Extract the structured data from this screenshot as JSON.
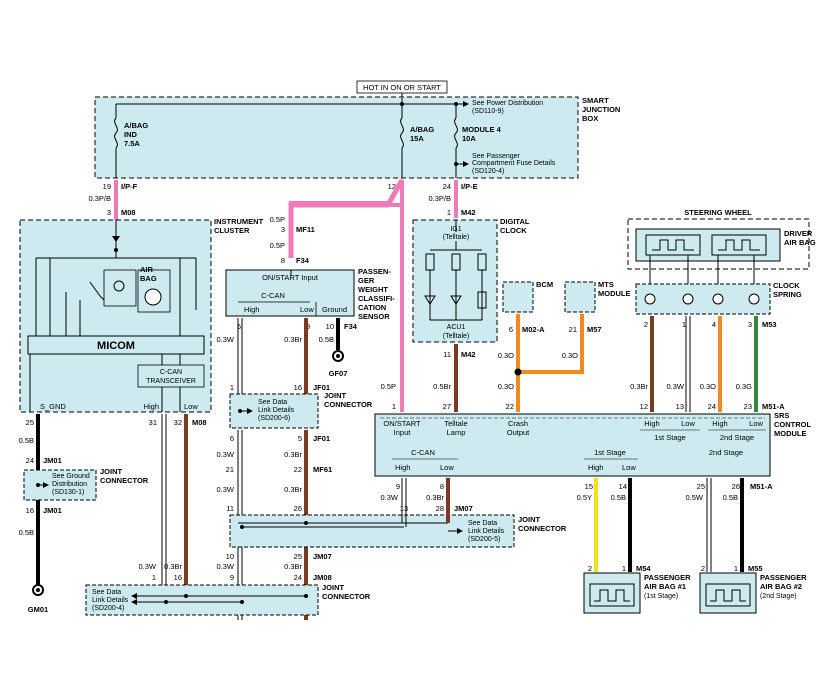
{
  "header": {
    "hot_label": "HOT IN ON OR START"
  },
  "colors": {
    "box_fill": "#cdeaf0",
    "pink": "#f07ab8",
    "brown": "#7a3b20",
    "orange": "#f28a1e",
    "green": "#2f8a3a",
    "yellow": "#f3e21a",
    "black": "#000000"
  },
  "junction_box": {
    "title": [
      "SMART",
      "JUNCTION",
      "BOX"
    ],
    "fuse1": [
      "A/BAG",
      "IND",
      "7.5A"
    ],
    "fuse2": [
      "A/BAG",
      "15A"
    ],
    "fuse3": [
      "MODULE 4",
      "10A"
    ],
    "ref1": [
      "See Power Distribution",
      "(SD110-9)"
    ],
    "ref2": [
      "See Passenger",
      "Compartment Fuse Details",
      "(SD120-4)"
    ],
    "pin19": "19",
    "conn_ipf": "I/P-F",
    "pin12": "12",
    "pin24": "24",
    "conn_ipe": "I/P-E"
  },
  "wires": {
    "w03pb_a": "0.3P/B",
    "pin3_m08": "3",
    "conn_m08": "M08",
    "w05p_a": "0.5P",
    "pin3_mf11": "3",
    "conn_mf11": "MF11",
    "w05p_b": "0.5P",
    "pin8_f34": "8",
    "conn_f34": "F34",
    "w03pb_b": "0.3P/B",
    "pin1_m42": "1",
    "conn_m42": "M42",
    "w05p_c": "0.5P",
    "pin1_srs": "1",
    "pin11_m42": "11",
    "conn_m42b": "M42",
    "w05br": "0.5Br",
    "pin27": "27",
    "w03o_a": "0.3O",
    "w03o_b": "0.3O",
    "w03o_c": "0.3O",
    "pin22": "22",
    "pin6_m02a": "6",
    "conn_m02a": "M02-A",
    "pin21_m57": "21",
    "conn_m57": "M57"
  },
  "cluster": {
    "title": [
      "INSTRUMENT",
      "CLUSTER"
    ],
    "airbag": [
      "AIR",
      "BAG"
    ],
    "micom": "MICOM",
    "transceiver": [
      "C-CAN",
      "TRANSCEIVER"
    ],
    "sgnd": "S_GND",
    "high": "High",
    "low": "Low",
    "pin25": "25",
    "pin31": "31",
    "pin32": "32",
    "conn_m08": "M08",
    "w05b": "0.5B",
    "pin24_jm01": "24",
    "conn_jm01": "JM01"
  },
  "ground": {
    "joint": [
      "JOINT",
      "CONNECTOR"
    ],
    "ref": [
      "See Ground",
      "Distribution",
      "(SD130-1)"
    ],
    "pin16": "16",
    "conn_jm01": "JM01",
    "w05b": "0.5B",
    "gm01": "GM01"
  },
  "pws": {
    "title": [
      "PASSEN-",
      "GER",
      "WEIGHT",
      "CLASSIFI-",
      "CATION",
      "SENSOR"
    ],
    "on_start": "ON/START Input",
    "ccan": "C-CAN",
    "high": "High",
    "low": "Low",
    "ground": "Ground",
    "pin5": "5",
    "pin9": "9",
    "pin10": "10",
    "conn_f34": "F34",
    "w03w": "0.3W",
    "w03br": "0.3Br",
    "w05b": "0.5B",
    "gf07": "GF07"
  },
  "jf01": {
    "pin1": "1",
    "pin16": "16",
    "conn": "JF01",
    "joint": [
      "JOINT",
      "CONNECTOR"
    ],
    "ref": [
      "See Data",
      "Link Details",
      "(SD200-6)"
    ],
    "pin6": "6",
    "pin5": "5",
    "conn2": "JF01",
    "w03w": "0.3W",
    "w03br": "0.3Br"
  },
  "mf61": {
    "pin21": "21",
    "pin22": "22",
    "conn": "MF61",
    "w03w": "0.3W",
    "w03br": "0.3Br",
    "pin11": "11",
    "pin26": "26"
  },
  "jm07": {
    "pin13": "13",
    "pin28": "28",
    "conn": "JM07",
    "joint": [
      "JOINT",
      "CONNECTOR"
    ],
    "ref": [
      "See Data",
      "Link Details",
      "(SD200-5)"
    ],
    "pin10": "10",
    "pin25": "25",
    "conn2": "JM07",
    "w03w": "0.3W",
    "w03br": "0.3Br"
  },
  "jm08": {
    "pin1": "1",
    "pin16": "16",
    "pin9": "9",
    "pin24": "24",
    "conn": "JM08",
    "w03w": "0.3W",
    "w03br": "0.3Br",
    "joint": [
      "JOINT",
      "CONNECTOR"
    ],
    "ref": [
      "See Data",
      "Link Details",
      "(SD200-4)"
    ]
  },
  "digital_clock": {
    "title": [
      "DIGITAL",
      "CLOCK"
    ],
    "ig1": [
      "IG1",
      "(Telltale)"
    ],
    "acu1": [
      "ACU1",
      "(Telltale)"
    ]
  },
  "bcm": {
    "label": "BCM"
  },
  "mts": {
    "label": [
      "MTS",
      "MODULE"
    ]
  },
  "steering": {
    "title": "STEERING WHEEL",
    "driver": [
      "DRIVER",
      "AIR BAG"
    ],
    "clock": [
      "CLOCK",
      "SPRING"
    ],
    "pin2": "2",
    "pin1": "1",
    "pin4": "4",
    "pin3": "3",
    "conn_m53": "M53",
    "w03br": "0.3Br",
    "w03w": "0.3W",
    "w03o": "0.3O",
    "w03g": "0.3G",
    "pin12": "12",
    "pin13": "13",
    "pin24": "24",
    "pin23": "23",
    "conn_m51a": "M51-A"
  },
  "srs": {
    "title": [
      "SRS",
      "CONTROL",
      "MODULE"
    ],
    "on_start": [
      "ON/START",
      "Input"
    ],
    "telltale": [
      "Telltale",
      "Lamp"
    ],
    "crash": [
      "Crash",
      "Output"
    ],
    "high": "High",
    "low": "Low",
    "stage1": "1st Stage",
    "stage2": "2nd Stage",
    "ccan": "C-CAN",
    "high2": "High",
    "low2": "Low",
    "stage1b": "1st Stage",
    "high3": "High",
    "low3": "Low",
    "stage2b": "2nd Stage",
    "high4": "High",
    "low4": "Low",
    "pin9": "9",
    "pin8": "8",
    "pin15": "15",
    "pin14": "14",
    "pin25": "25",
    "pin26": "26",
    "conn_m51a": "M51-A",
    "w03w": "0.3W",
    "w03br": "0.3Br",
    "w05y": "0.5Y",
    "w05b": "0.5B",
    "w05w": "0.5W",
    "w05b2": "0.5B"
  },
  "pab1": {
    "title": [
      "PASSENGER",
      "AIR BAG #1",
      "(1st Stage)"
    ],
    "pin2": "2",
    "pin1": "1",
    "conn": "M54"
  },
  "pab2": {
    "title": [
      "PASSENGER",
      "AIR BAG #2",
      "(2nd Stage)"
    ],
    "pin2": "2",
    "pin1": "1",
    "conn": "M55"
  }
}
